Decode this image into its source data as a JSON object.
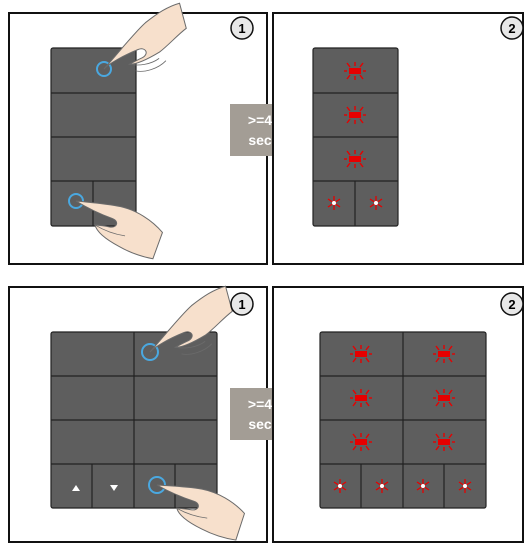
{
  "arrow_label_line1": ">=4",
  "arrow_label_line2": "sec",
  "step_before": "1",
  "step_after": "2",
  "colors": {
    "panel_fill": "#5e5e5e",
    "panel_line": "#222222",
    "led": "#e60000",
    "touch_ring": "#4aa8e0",
    "arrow": "#a39d95",
    "skin": "#f7e0cc",
    "skin_stroke": "#6b6b6b"
  },
  "scenarios": [
    {
      "id": "single-column",
      "rows": 4,
      "bottom_row_split": true,
      "columns": 1,
      "bottom_arrow_glyphs": false
    },
    {
      "id": "double-column",
      "rows": 4,
      "bottom_row_split": true,
      "columns": 2,
      "bottom_arrow_glyphs": true
    }
  ]
}
